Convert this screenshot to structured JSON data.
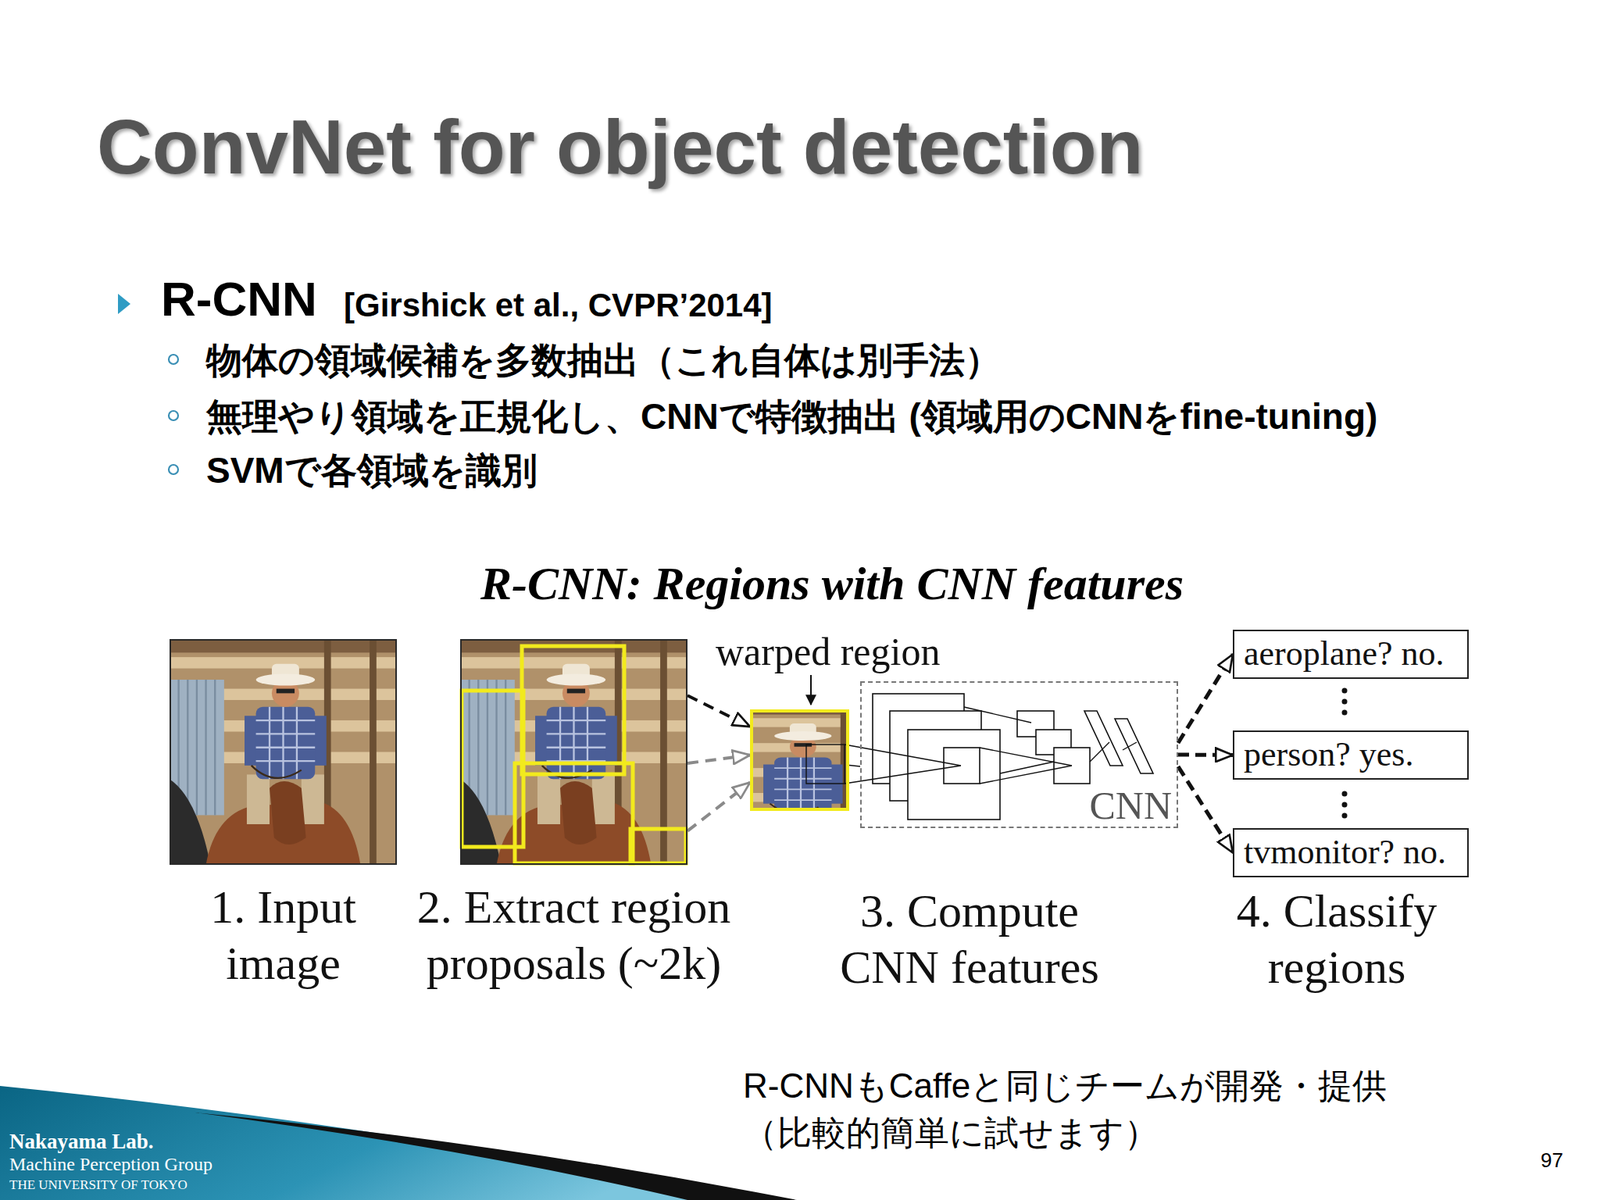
{
  "diagram": {
    "title": "ConvNet for object detection",
    "nodes": [
      {
        "text": [
          "1. Input image"
        ]
      },
      {
        "text": [
          "2. Extract region proposals (~2k)"
        ]
      },
      {
        "text": [
          "warped region"
        ]
      },
      {
        "text": [
          "CNN"
        ]
      },
      {
        "text": [
          "aeroplane? no."
        ]
      },
      {
        "text": [
          "person? yes."
        ]
      },
      {
        "text": [
          "tvmonitor? no."
        ]
      }
    ],
    "edges": [
      {
        "from": 1,
        "to": 2,
        "arrow": "to"
      },
      {
        "from": 1,
        "to": 2,
        "arrow": "to"
      },
      {
        "from": 1,
        "to": 2,
        "arrow": "to"
      },
      {
        "from": 2,
        "to": 3,
        "arrow": "none"
      },
      {
        "from": 3,
        "to": 4,
        "arrow": "to"
      },
      {
        "from": 3,
        "to": 5,
        "arrow": "to"
      },
      {
        "from": 3,
        "to": 6,
        "arrow": "to"
      }
    ],
    "labels": [
      "R-CNN",
      "[Girshick et al., CVPR’2014]",
      "物体の領域候補を多数抽出（これ自体は別手法）",
      "無理やり領域を正規化し、CNNで特徴抽出 (領域用のCNNをfine-tuning)",
      "SVMで各領域を識別",
      "R-CNN: Regions with CNN features",
      "3. Compute CNN features",
      "4. Classify regions",
      "R-CNNもCaffeと同じチームが開発・提供 （比較的簡単に試せます）",
      "Nakayama Lab.",
      "Machine Perception Group",
      "THE UNIVERSITY OF TOKYO",
      "97"
    ]
  }
}
